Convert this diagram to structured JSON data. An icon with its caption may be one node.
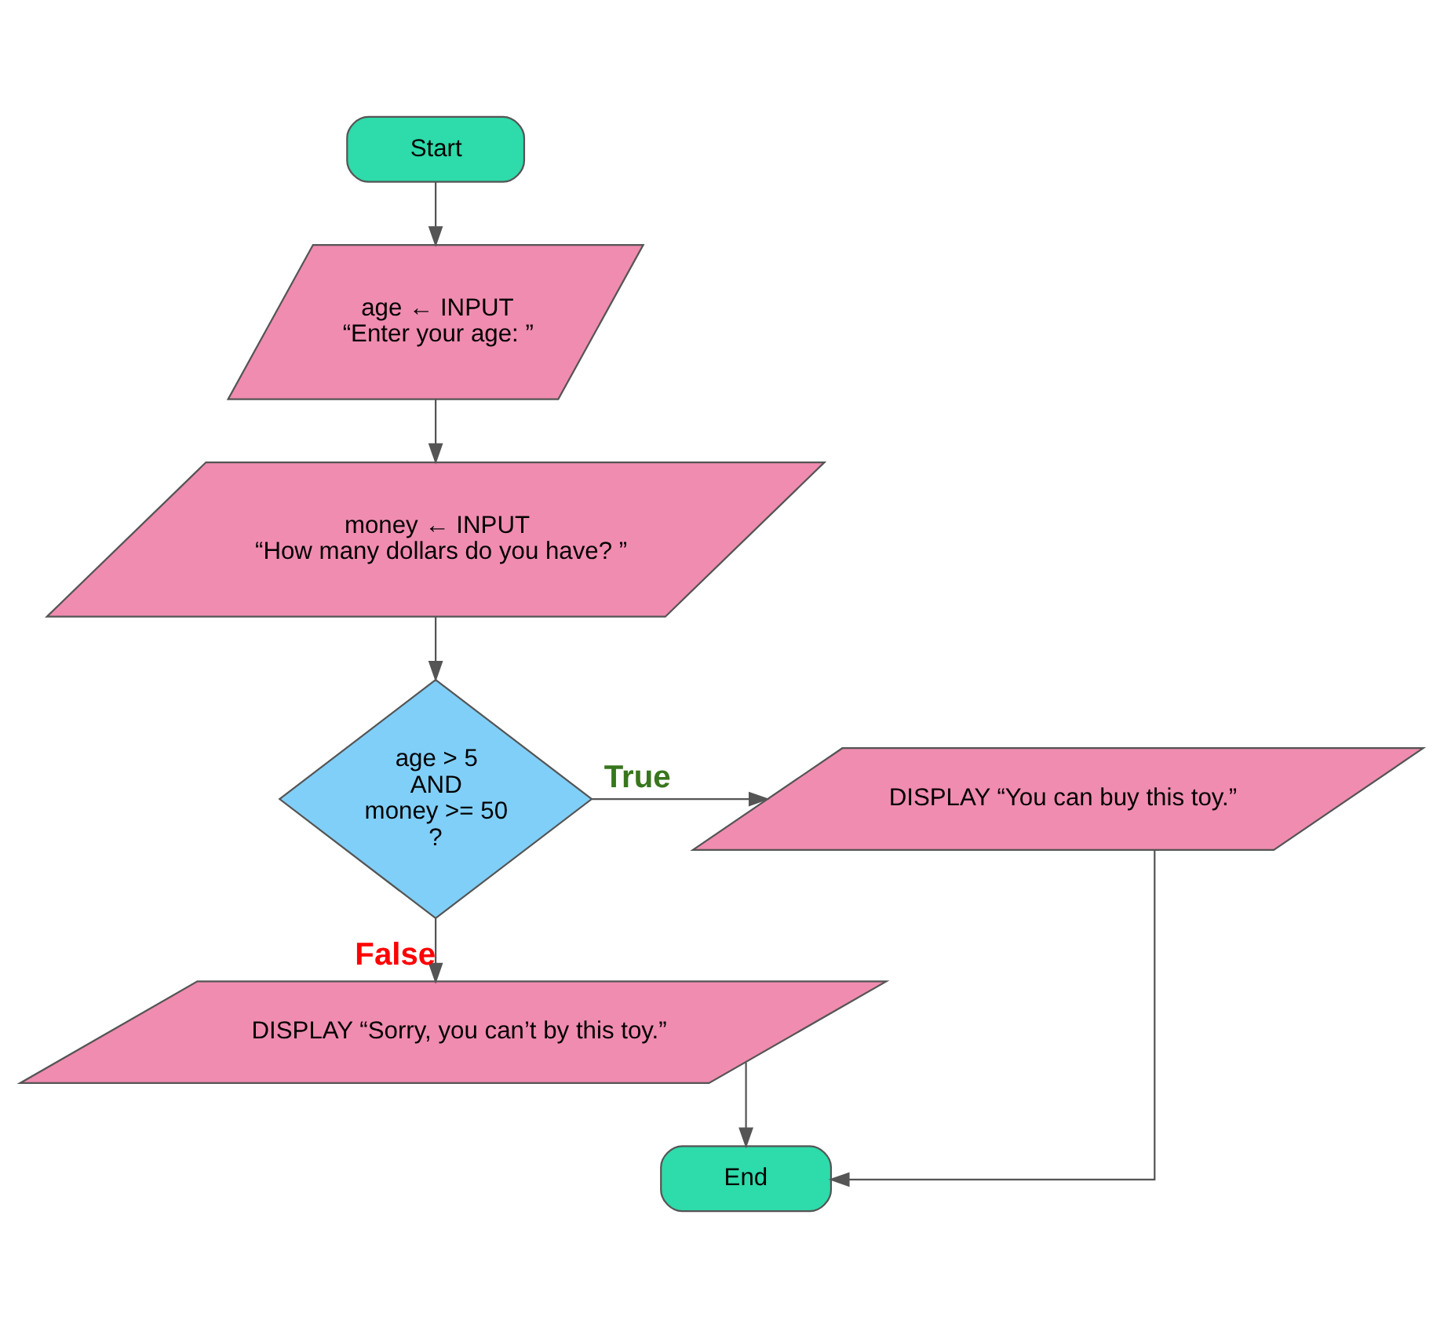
{
  "diagram": {
    "nodes": [
      {
        "text": [
          "Start"
        ]
      },
      {
        "text": [
          "age ← INPUT",
          "“Enter your age: ”"
        ]
      },
      {
        "text": [
          "money ← INPUT",
          "“How many dollars do you have? ”"
        ]
      },
      {
        "text": [
          "age > 5",
          "AND",
          "money >= 50",
          "?"
        ]
      },
      {
        "text": [
          "DISPLAY “You can buy this toy.”"
        ]
      },
      {
        "text": [
          "DISPLAY “Sorry, you can’t by this toy.”"
        ]
      },
      {
        "text": [
          "End"
        ]
      }
    ],
    "edges": [
      {
        "from": 0,
        "to": 1,
        "arrow": "to"
      },
      {
        "from": 1,
        "to": 2,
        "arrow": "to"
      },
      {
        "from": 2,
        "to": 3,
        "arrow": "to"
      },
      {
        "from": 3,
        "to": 4,
        "arrow": "to",
        "label": "True"
      },
      {
        "from": 3,
        "to": 5,
        "arrow": "to",
        "label": "False"
      },
      {
        "from": 5,
        "to": 6,
        "arrow": "to"
      },
      {
        "from": 4,
        "to": 6,
        "arrow": "to"
      }
    ]
  }
}
